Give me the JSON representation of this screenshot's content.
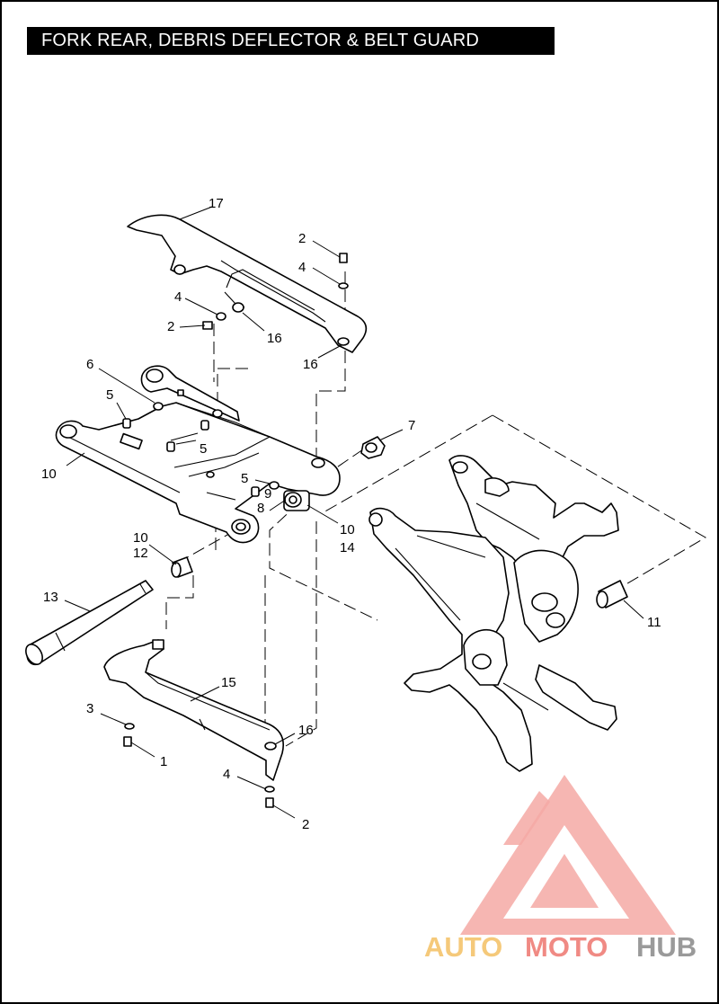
{
  "title": "FORK REAR, DEBRIS DEFLECTOR & BELT GUARD",
  "callouts": [
    {
      "id": "c17",
      "text": "17"
    },
    {
      "id": "c2a",
      "text": "2"
    },
    {
      "id": "c4a",
      "text": "4"
    },
    {
      "id": "c4b",
      "text": "4"
    },
    {
      "id": "c2b",
      "text": "2"
    },
    {
      "id": "c16a",
      "text": "16"
    },
    {
      "id": "c16b",
      "text": "16"
    },
    {
      "id": "c6",
      "text": "6"
    },
    {
      "id": "c5a",
      "text": "5"
    },
    {
      "id": "c5b",
      "text": "5"
    },
    {
      "id": "c5c",
      "text": "5"
    },
    {
      "id": "c7",
      "text": "7"
    },
    {
      "id": "c10a",
      "text": "10"
    },
    {
      "id": "c9",
      "text": "9"
    },
    {
      "id": "c8",
      "text": "8"
    },
    {
      "id": "c10b",
      "text": "10"
    },
    {
      "id": "c14",
      "text": "14"
    },
    {
      "id": "c10c",
      "text": "10"
    },
    {
      "id": "c12",
      "text": "12"
    },
    {
      "id": "c13",
      "text": "13"
    },
    {
      "id": "c11",
      "text": "11"
    },
    {
      "id": "c15",
      "text": "15"
    },
    {
      "id": "c3",
      "text": "3"
    },
    {
      "id": "c16c",
      "text": "16"
    },
    {
      "id": "c1",
      "text": "1"
    },
    {
      "id": "c4c",
      "text": "4"
    },
    {
      "id": "c2c",
      "text": "2"
    }
  ],
  "watermark": {
    "part1": "AUTO",
    "part2": "MOTO",
    "part3": "HUB",
    "color_auto": "#f5c97a",
    "color_moto": "#f08a84",
    "color_hub": "#9a9a9a",
    "triangle_color": "#f4a9a5"
  }
}
